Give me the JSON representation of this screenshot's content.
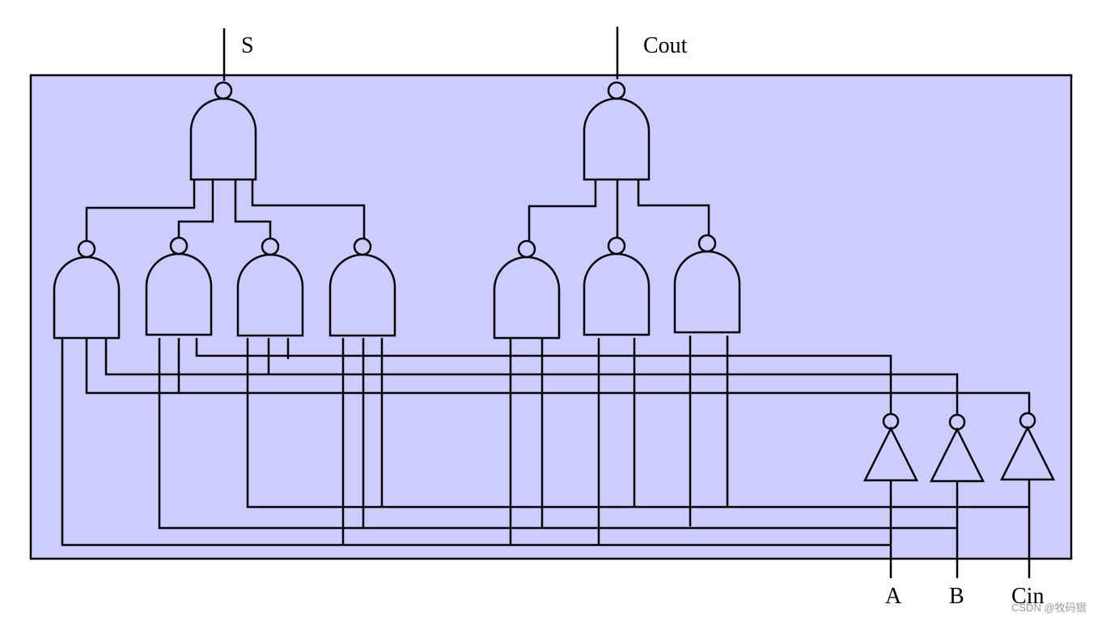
{
  "labels": {
    "sum_output": "S",
    "carry_output": "Cout",
    "input_a": "A",
    "input_b": "B",
    "input_cin": "Cin"
  },
  "watermark": "CSDN @牧码银",
  "colors": {
    "panel_fill": "#ccccff",
    "line": "#000000",
    "watermark": "#9a9a9a"
  },
  "components": {
    "nand_gates": 9,
    "inverters": 3
  }
}
